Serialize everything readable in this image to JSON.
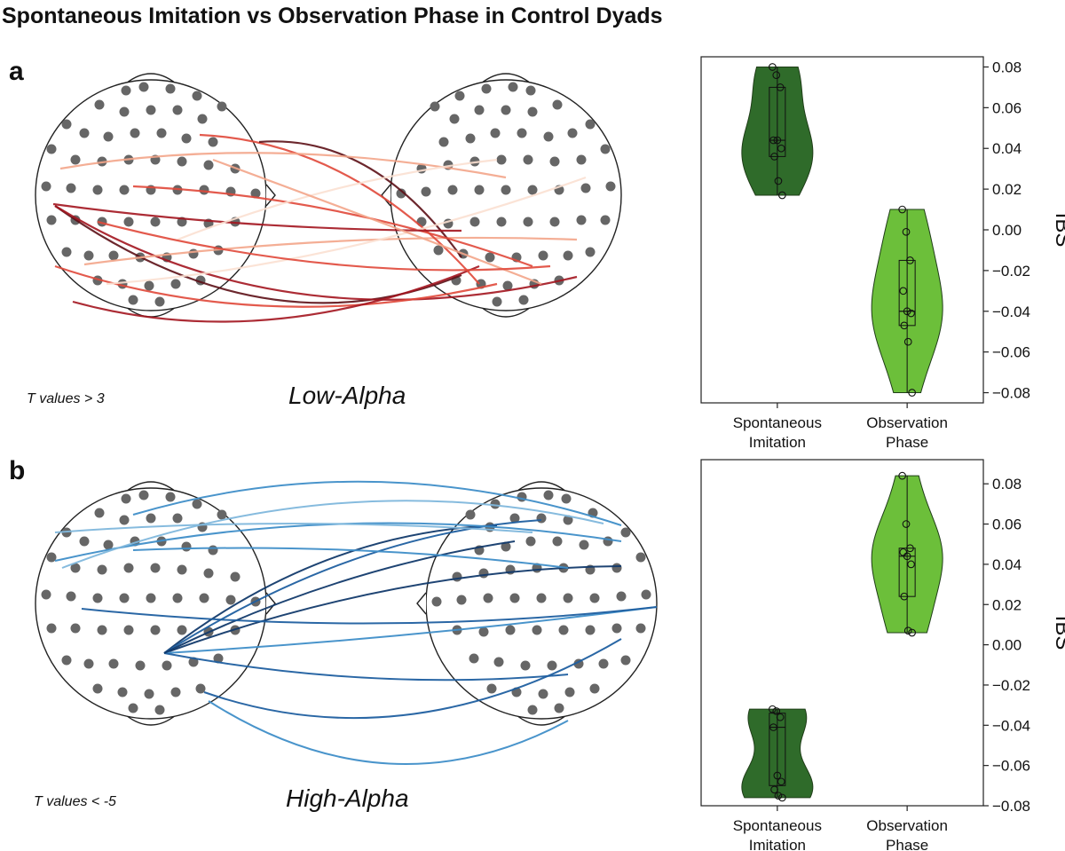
{
  "title": "Spontaneous Imitation vs Observation Phase in Control Dyads",
  "panels": {
    "a": {
      "letter": "a",
      "threshold": "T values > 3",
      "band": "Low-Alpha"
    },
    "b": {
      "letter": "b",
      "threshold": "T values < -5",
      "band": "High-Alpha"
    }
  },
  "colors": {
    "spontaneous_fill": "#2f6b2a",
    "observation_fill": "#6cbf3a",
    "electrode": "#666666",
    "low_alpha_lines": [
      "#fbe0d2",
      "#f3a58a",
      "#e0483a",
      "#a3151f",
      "#5c0f16"
    ],
    "high_alpha_lines": [
      "#7fb7dc",
      "#3f8ec8",
      "#1f5fa0",
      "#123a6b"
    ]
  },
  "chart_data": [
    {
      "type": "violin",
      "panel": "a",
      "categories": [
        "Spontaneous Imitation",
        "Observation Phase"
      ],
      "ylabel": "IBS",
      "ylim": [
        -0.085,
        0.085
      ],
      "yticks": [
        "0.08",
        "0.06",
        "0.04",
        "0.02",
        "0.00",
        "−0.02",
        "−0.04",
        "−0.06",
        "−0.08"
      ],
      "ytick_values": [
        0.08,
        0.06,
        0.04,
        0.02,
        0.0,
        -0.02,
        -0.04,
        -0.06,
        -0.08
      ],
      "series": [
        {
          "category": "Spontaneous Imitation",
          "points": [
            0.08,
            0.076,
            0.07,
            0.044,
            0.044,
            0.04,
            0.036,
            0.024,
            0.017
          ],
          "median": 0.044,
          "q1": 0.036,
          "q3": 0.07,
          "min": 0.017,
          "max": 0.08
        },
        {
          "category": "Observation Phase",
          "points": [
            0.01,
            -0.001,
            -0.015,
            -0.03,
            -0.04,
            -0.041,
            -0.047,
            -0.055,
            -0.08
          ],
          "median": -0.04,
          "q1": -0.047,
          "q3": -0.015,
          "min": -0.08,
          "max": 0.01
        }
      ]
    },
    {
      "type": "violin",
      "panel": "b",
      "categories": [
        "Spontaneous Imitation",
        "Observation Phase"
      ],
      "ylabel": "IBS",
      "ylim": [
        -0.08,
        0.092
      ],
      "yticks": [
        "0.08",
        "0.06",
        "0.04",
        "0.02",
        "0.00",
        "−0.02",
        "−0.04",
        "−0.06",
        "−0.08"
      ],
      "ytick_values": [
        0.08,
        0.06,
        0.04,
        0.02,
        0.0,
        -0.02,
        -0.04,
        -0.06,
        -0.08
      ],
      "series": [
        {
          "category": "Spontaneous Imitation",
          "points": [
            -0.032,
            -0.033,
            -0.036,
            -0.041,
            -0.065,
            -0.068,
            -0.072,
            -0.075,
            -0.076
          ],
          "median": -0.041,
          "q1": -0.07,
          "q3": -0.034,
          "min": -0.076,
          "max": -0.032
        },
        {
          "category": "Observation Phase",
          "points": [
            0.084,
            0.06,
            0.048,
            0.046,
            0.044,
            0.04,
            0.024,
            0.007,
            0.006
          ],
          "median": 0.044,
          "q1": 0.024,
          "q3": 0.048,
          "min": 0.006,
          "max": 0.084
        }
      ]
    }
  ]
}
